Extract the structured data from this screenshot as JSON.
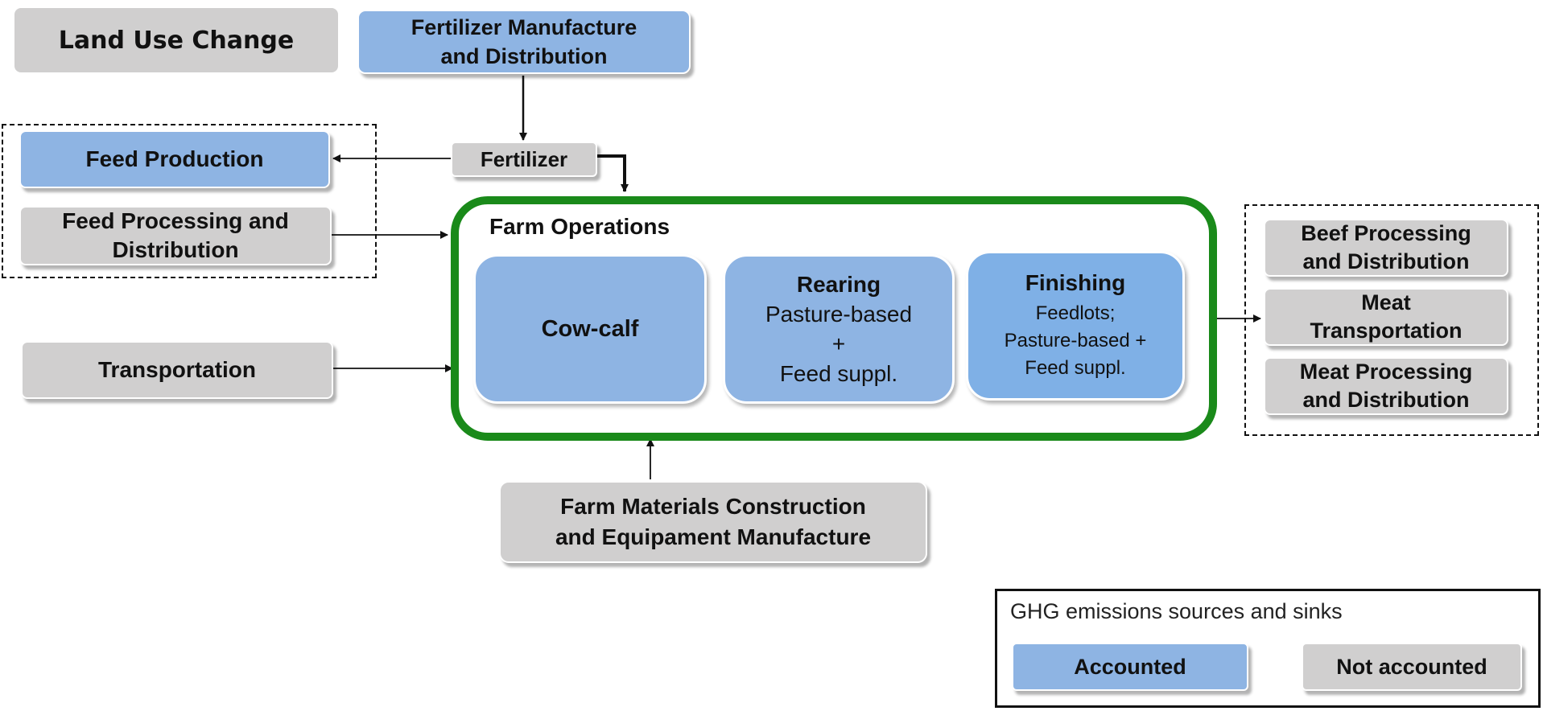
{
  "boxes": {
    "land_use_change": "Land Use Change",
    "fertilizer_manufacture_l1": "Fertilizer Manufacture",
    "fertilizer_manufacture_l2": "and Distribution",
    "fertilizer": "Fertilizer",
    "feed_production": "Feed Production",
    "feed_processing_l1": "Feed Processing and",
    "feed_processing_l2": "Distribution",
    "transportation": "Transportation",
    "farm_materials_l1": "Farm Materials Construction",
    "farm_materials_l2": "and Equipament Manufacture",
    "beef_processing_l1": "Beef Processing",
    "beef_processing_l2": "and Distribution",
    "meat_transport_l1": "Meat",
    "meat_transport_l2": "Transportation",
    "meat_processing_l1": "Meat Processing",
    "meat_processing_l2": "and Distribution"
  },
  "farm_operations": {
    "title": "Farm Operations",
    "stages": {
      "cow_calf": {
        "title": "Cow-calf"
      },
      "rearing": {
        "title": "Rearing",
        "lines": [
          "Pasture-based",
          "+",
          "Feed suppl."
        ]
      },
      "finishing": {
        "title": "Finishing",
        "lines": [
          "Feedlots;",
          "Pasture-based +",
          "Feed suppl."
        ]
      }
    }
  },
  "legend": {
    "title": "GHG emissions sources and sinks",
    "accounted": "Accounted",
    "not_accounted": "Not accounted"
  },
  "colors": {
    "accounted": "#8eb4e3",
    "not_accounted": "#d0cfcf",
    "farm_frame": "#1a8a1a",
    "stage_fill": "#8eb4e3"
  }
}
